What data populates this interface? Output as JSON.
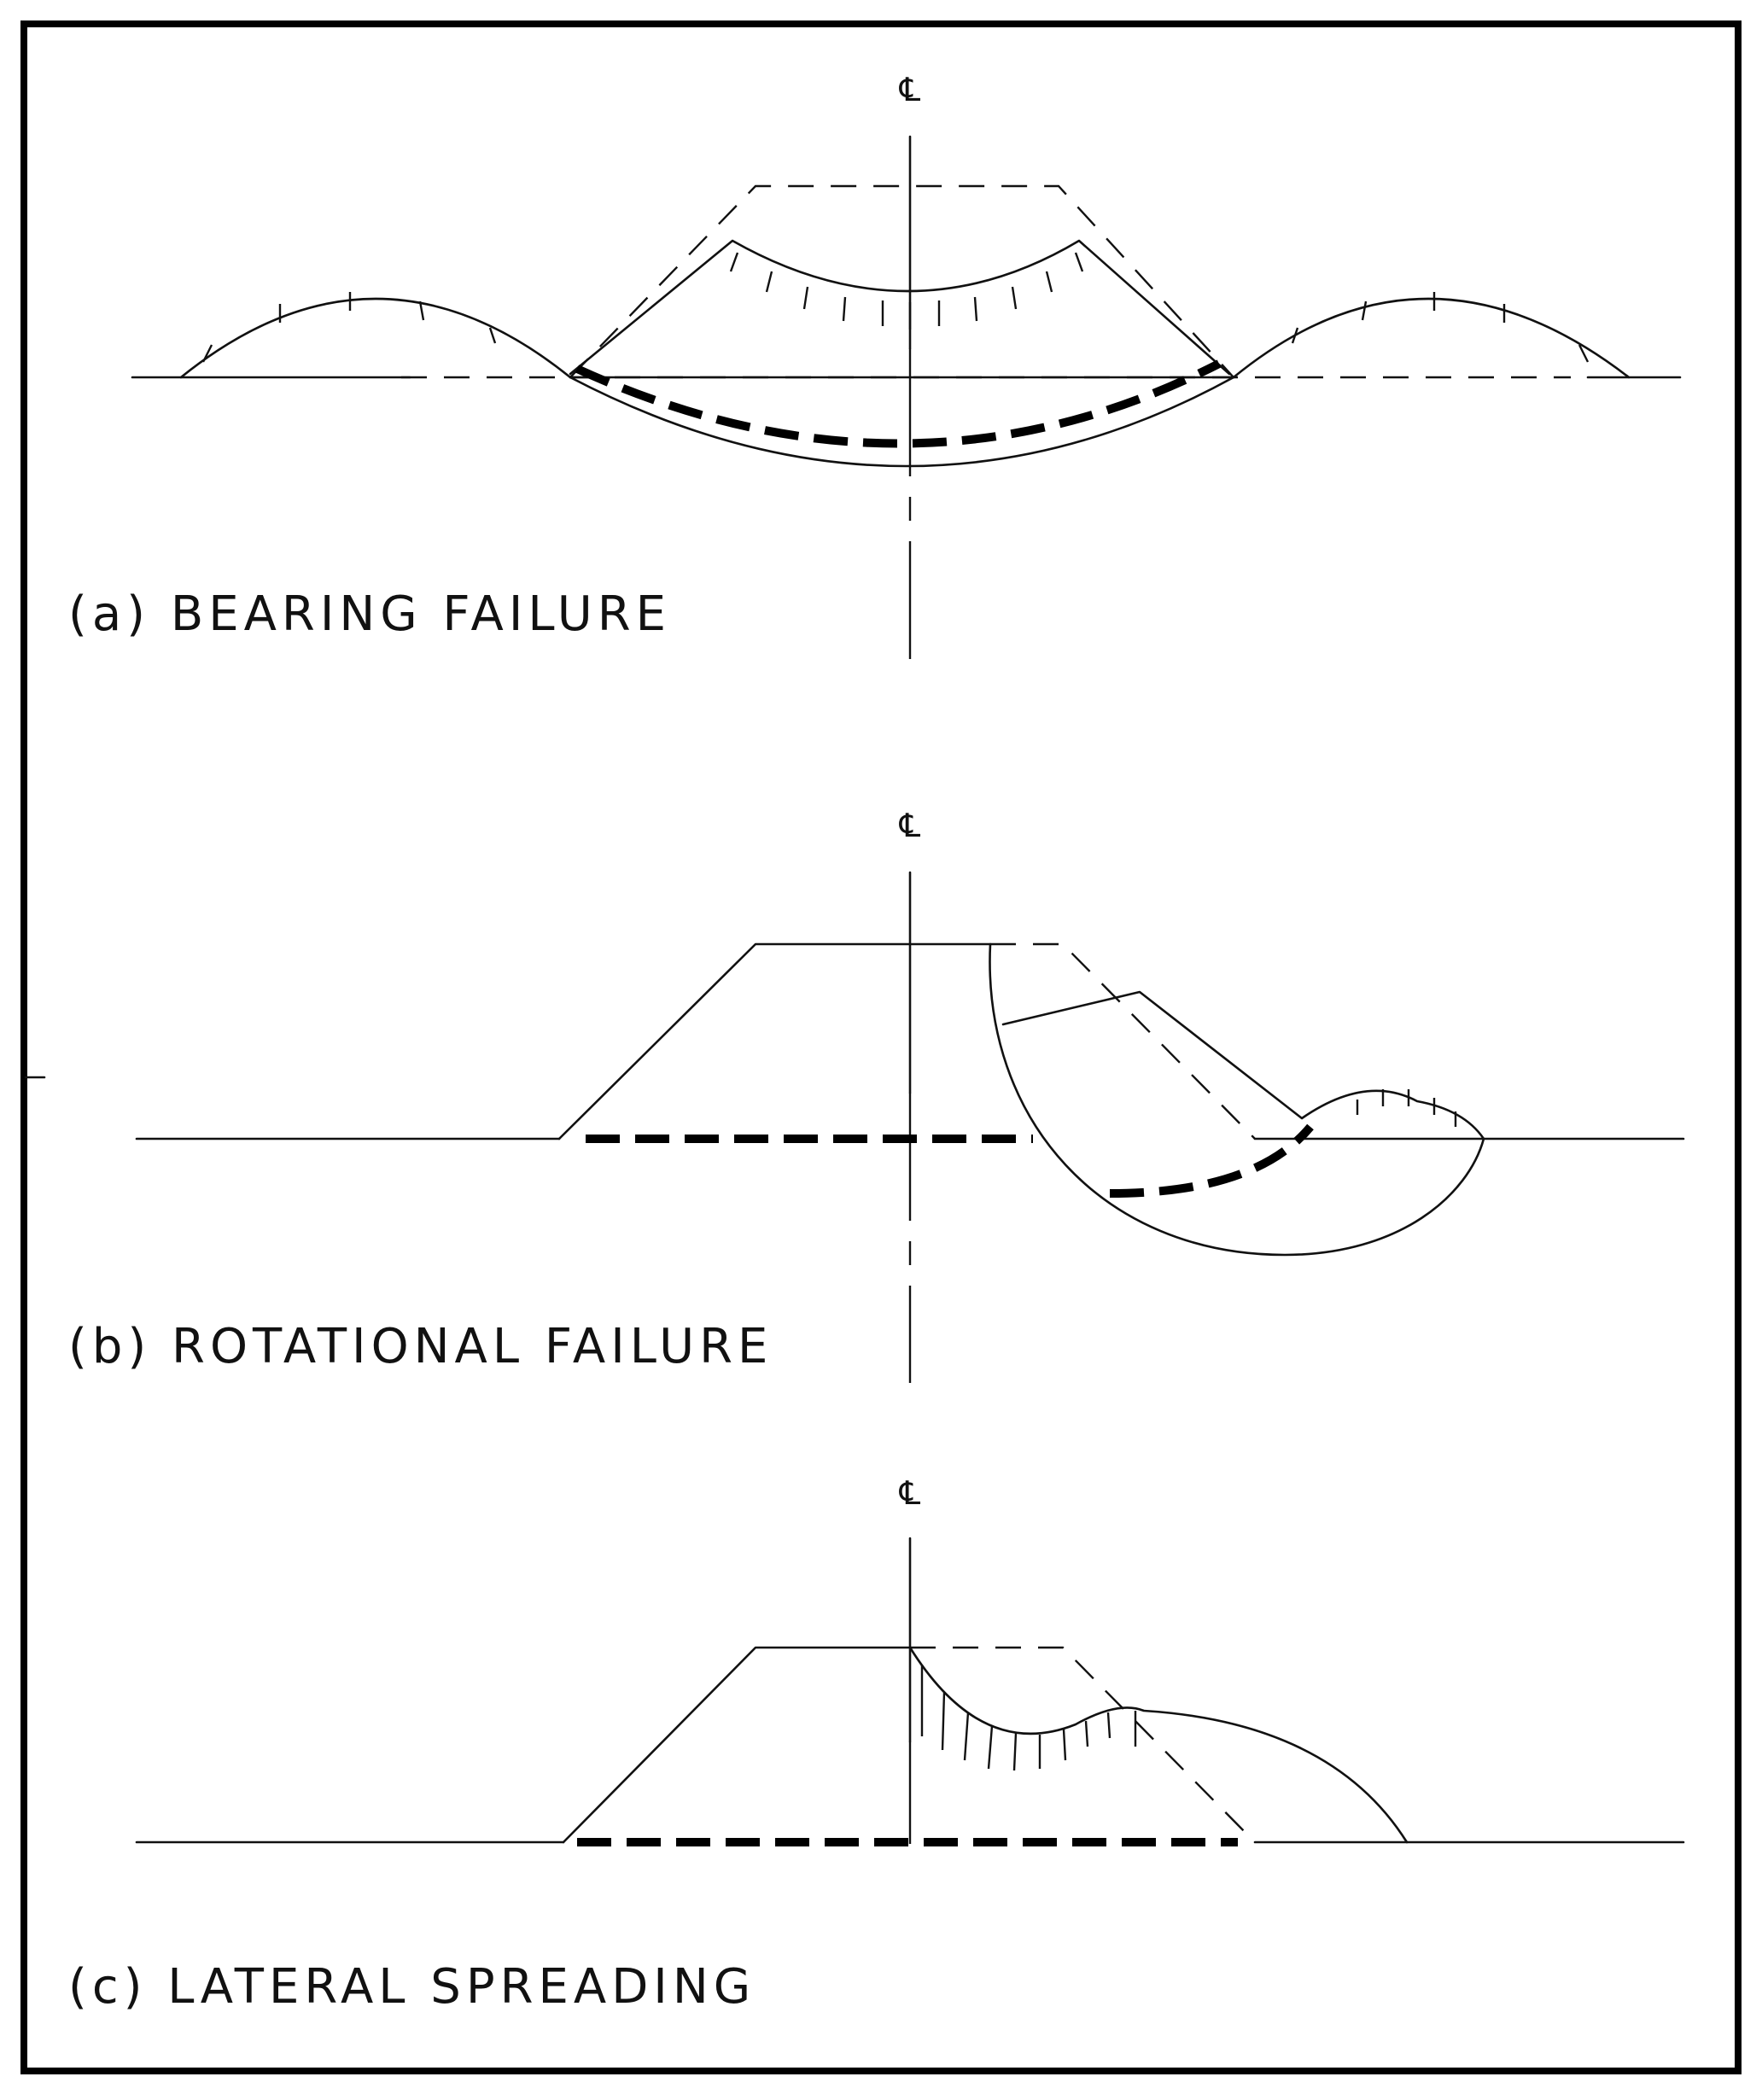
{
  "centerline_symbol": "℄",
  "panels": [
    {
      "id": "a",
      "caption": "(a)  BEARING  FAILURE"
    },
    {
      "id": "b",
      "caption": "(b)  ROTATIONAL  FAILURE"
    },
    {
      "id": "c",
      "caption": "(c)  LATERAL  SPREADING"
    }
  ],
  "colors": {
    "line": "#111111",
    "background": "#ffffff",
    "frame": "#000000"
  }
}
